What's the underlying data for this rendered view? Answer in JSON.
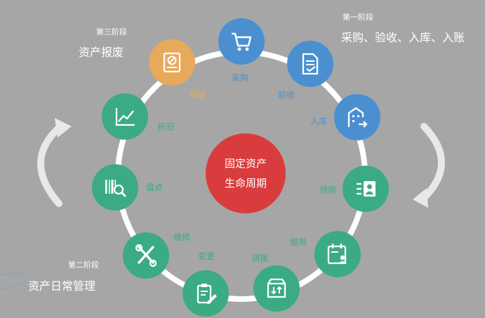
{
  "center": {
    "line1": "固定资产",
    "line2": "生命周期"
  },
  "stages": {
    "first": {
      "tag": "第一阶段",
      "desc": "采购、验收、入库、入账"
    },
    "second": {
      "tag": "第二阶段",
      "desc": "资产日常管理"
    },
    "third": {
      "tag": "第三阶段",
      "desc": "资产报废"
    }
  },
  "nodes": {
    "purchase": {
      "label": "采购",
      "icon": "cart-icon",
      "color": "#4a90d0"
    },
    "acceptance": {
      "label": "验收",
      "icon": "checklist-icon",
      "color": "#4a90d0"
    },
    "storage": {
      "label": "入库",
      "icon": "building-icon",
      "color": "#4a90d0"
    },
    "claim": {
      "label": "领用",
      "icon": "user-list-icon",
      "color": "#3bab84"
    },
    "borrow": {
      "label": "借用",
      "icon": "calendar-user-icon",
      "color": "#3bab84"
    },
    "transfer": {
      "label": "调拨",
      "icon": "box-icon",
      "color": "#3bab84"
    },
    "change": {
      "label": "变更",
      "icon": "edit-icon",
      "color": "#3bab84"
    },
    "repair": {
      "label": "维修",
      "icon": "tools-icon",
      "color": "#3bab84"
    },
    "inventory": {
      "label": "盘点",
      "icon": "barcode-search-icon",
      "color": "#3bab84"
    },
    "depreciation": {
      "label": "折旧",
      "icon": "line-chart-icon",
      "color": "#3bab84"
    },
    "scrap": {
      "label": "报废",
      "icon": "disposal-icon",
      "color": "#e8a95a"
    }
  }
}
